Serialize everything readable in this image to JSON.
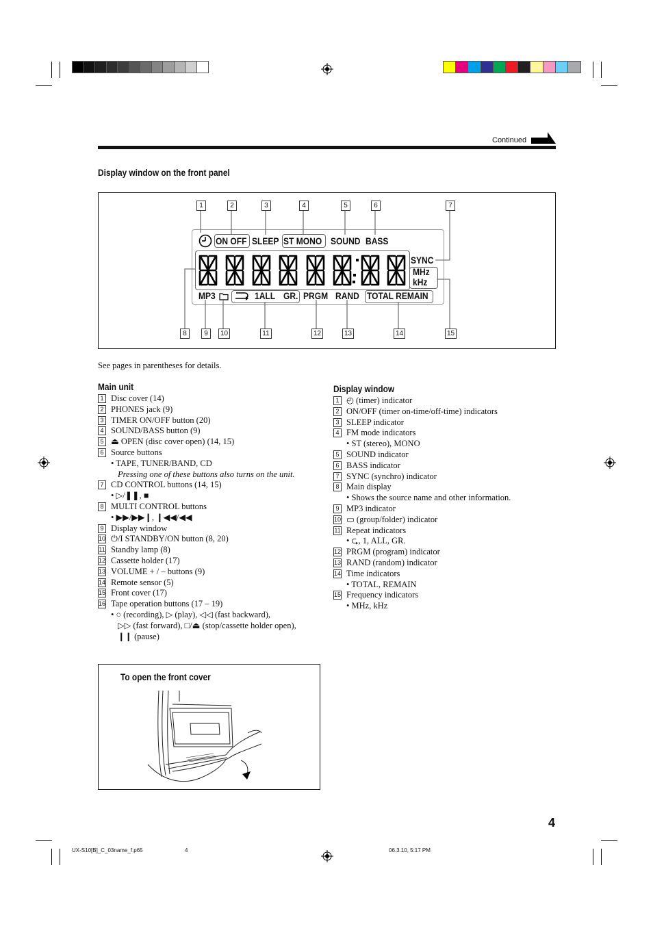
{
  "header": {
    "continued": "Continued"
  },
  "front_panel": {
    "title": "Display window on the front panel",
    "indicators": {
      "on_off": "ON OFF",
      "sleep": "SLEEP",
      "st_mono": "ST MONO",
      "sound": "SOUND",
      "bass": "BASS",
      "sync": "SYNC",
      "mhz": "MHz",
      "khz": "kHz",
      "mp3": "MP3",
      "one_all": "1ALL",
      "gr": "GR.",
      "prgm": "PRGM",
      "rand": "RAND",
      "total_remain": "TOTAL REMAIN"
    },
    "callouts_top": [
      "1",
      "2",
      "3",
      "4",
      "5",
      "6",
      "7"
    ],
    "callouts_bottom": [
      "8",
      "9",
      "10",
      "11",
      "12",
      "13",
      "14",
      "15"
    ]
  },
  "note": "See pages in parentheses for details.",
  "main_unit": {
    "title": "Main unit",
    "items": [
      {
        "n": "1",
        "text": "Disc cover (14)"
      },
      {
        "n": "2",
        "text": "PHONES jack (9)"
      },
      {
        "n": "3",
        "text": "TIMER ON/OFF button (20)"
      },
      {
        "n": "4",
        "text": "SOUND/BASS button (9)"
      },
      {
        "n": "5",
        "text": "⏏ OPEN (disc cover open) (14, 15)"
      },
      {
        "n": "6",
        "text": "Source buttons"
      },
      {
        "sub": "• TAPE, TUNER/BAND, CD"
      },
      {
        "sub2_italic": "Pressing one of these buttons also turns on the unit."
      },
      {
        "n": "7",
        "text": "CD CONTROL buttons (14, 15)"
      },
      {
        "sub": "• ▷/❚❚, ■"
      },
      {
        "n": "8",
        "text": "MULTI CONTROL buttons"
      },
      {
        "sub": "• ▶▶/▶▶❙, ❙◀◀/◀◀"
      },
      {
        "n": "9",
        "text": "Display window"
      },
      {
        "n": "10",
        "text": "⏻/I STANDBY/ON button (8, 20)"
      },
      {
        "n": "11",
        "text": "Standby lamp (8)"
      },
      {
        "n": "12",
        "text": "Cassette holder (17)"
      },
      {
        "n": "13",
        "text": "VOLUME + / – buttons (9)"
      },
      {
        "n": "14",
        "text": "Remote sensor (5)"
      },
      {
        "n": "15",
        "text": "Front cover (17)"
      },
      {
        "n": "16",
        "text": "Tape operation buttons (17 – 19)"
      },
      {
        "sub": "• ○ (recording), ▷ (play), ◁◁ (fast backward),"
      },
      {
        "sub2": "▷▷ (fast forward), □/⏏ (stop/cassette holder open),"
      },
      {
        "sub2": "❙❙ (pause)"
      }
    ]
  },
  "display_window": {
    "title": "Display window",
    "items": [
      {
        "n": "1",
        "text": "◴ (timer) indicator"
      },
      {
        "n": "2",
        "text": "ON/OFF (timer on-time/off-time) indicators"
      },
      {
        "n": "3",
        "text": "SLEEP indicator"
      },
      {
        "n": "4",
        "text": "FM mode indicators"
      },
      {
        "sub": "• ST (stereo), MONO"
      },
      {
        "n": "5",
        "text": "SOUND indicator"
      },
      {
        "n": "6",
        "text": "BASS indicator"
      },
      {
        "n": "7",
        "text": "SYNC (synchro) indicator"
      },
      {
        "n": "8",
        "text": "Main display"
      },
      {
        "sub": "• Shows the source name and other information."
      },
      {
        "n": "9",
        "text": "MP3 indicator"
      },
      {
        "n": "10",
        "text": "▭ (group/folder) indicator"
      },
      {
        "n": "11",
        "text": "Repeat indicators"
      },
      {
        "sub": "• ⮎, 1, ALL, GR."
      },
      {
        "n": "12",
        "text": "PRGM (program) indicator"
      },
      {
        "n": "13",
        "text": "RAND (random) indicator"
      },
      {
        "n": "14",
        "text": "Time indicators"
      },
      {
        "sub": "• TOTAL, REMAIN"
      },
      {
        "n": "15",
        "text": "Frequency indicators"
      },
      {
        "sub": "• MHz, kHz"
      }
    ]
  },
  "front_cover_box": {
    "title": "To open the front cover"
  },
  "page_number": "4",
  "footer": {
    "file": "UX-S10[B]_C_03name_f.p65",
    "page": "4",
    "date": "06.3.10, 5:17 PM"
  },
  "colors": {
    "gray_bar": [
      "#000000",
      "#111111",
      "#1f1f1f",
      "#2e2e2e",
      "#3d3d3d",
      "#555555",
      "#6b6b6b",
      "#848484",
      "#9d9d9d",
      "#b5b5b5",
      "#d0d0d0",
      "#ffffff"
    ],
    "color_bar": [
      "#ffff00",
      "#e6007e",
      "#00a0e9",
      "#2e3192",
      "#00a651",
      "#ed1c24",
      "#231f20",
      "#fff799",
      "#f49ac1",
      "#6dcff6",
      "#a7a9ac"
    ]
  }
}
